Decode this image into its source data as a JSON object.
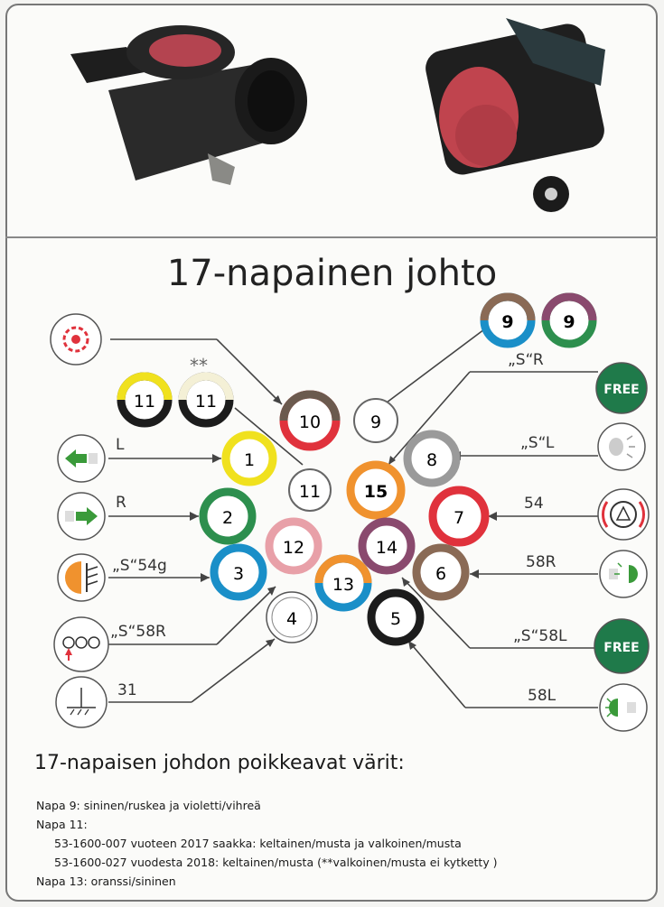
{
  "title": "17-napainen johto",
  "subtitle": "17-napaisen johdon poikkeavat värit:",
  "pins": {
    "p1": "1",
    "p2": "2",
    "p3": "3",
    "p4": "4",
    "p5": "5",
    "p6": "6",
    "p7": "7",
    "p8": "8",
    "p9": "9",
    "p10": "10",
    "p11": "11",
    "p12": "12",
    "p13": "13",
    "p14": "14",
    "p15": "15",
    "p11_variant_a": "11",
    "p11_variant_b": "11",
    "p9_variant_a": "9",
    "p9_variant_b": "9"
  },
  "labels": {
    "L": "L",
    "R": "R",
    "S54g": "„S“54g",
    "S58R_left": "„S“58R",
    "t31": "31",
    "SR": "„S“R",
    "SL": "„S“L",
    "t54": "54",
    "t58R": "58R",
    "S58L": "„S“58L",
    "t58L": "58L",
    "asterisks": "**"
  },
  "free_badges": [
    "FREE",
    "FREE"
  ],
  "pin_colors": {
    "p1": "#f0e11e",
    "p2": "#2d8f4e",
    "p3": "#1a8fc8",
    "p4": "#ffffff",
    "p5": "#1c1c1c",
    "p6": "#8a6a55",
    "p7": "#e0323c",
    "p8": "#9a9a9a",
    "p9": "#ffffff",
    "p10_top": "#6b5a4e",
    "p10_bottom": "#e0323c",
    "p11": "#ffffff",
    "p12": "#e8a0a8",
    "p13_top": "#f0922e",
    "p13_bottom": "#1a8fc8",
    "p14": "#8a4a6e",
    "p15": "#f0922e"
  },
  "notes": [
    "Napa 9: sininen/ruskea ja violetti/vihreä",
    "Napa 11:",
    "53-1600-007 vuoteen 2017 saakka: keltainen/musta ja valkoinen/musta",
    "53-1600-027 vuodesta 2018: keltainen/musta (**valkoinen/musta ei kytketty )",
    "Napa 13: oranssi/sininen"
  ]
}
